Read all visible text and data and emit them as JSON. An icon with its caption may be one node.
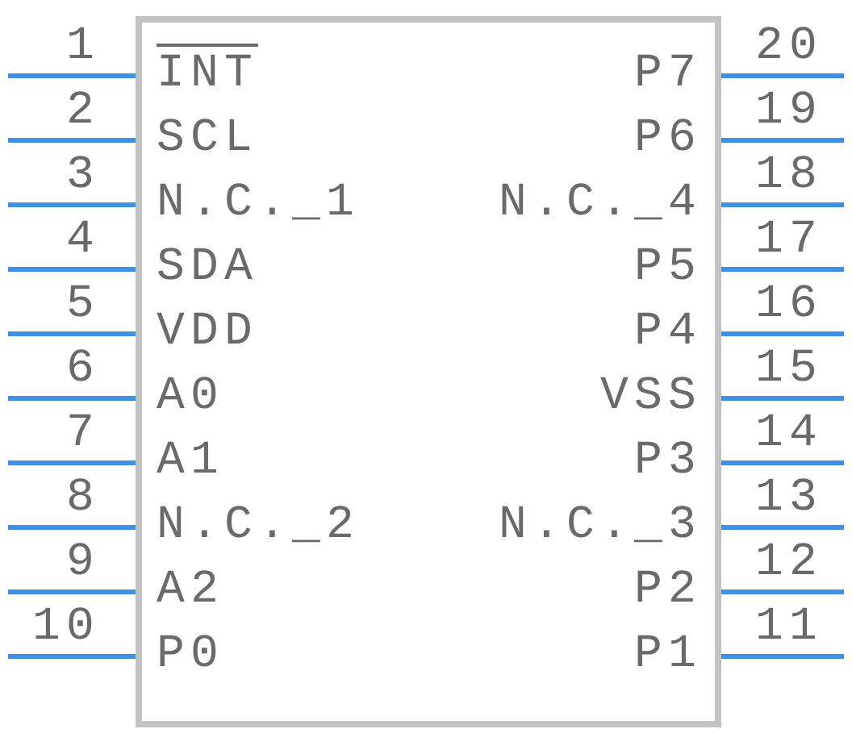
{
  "diagram": {
    "nodes": [
      {
        "text": [],
        "shape": "box"
      },
      {
        "text": [
          "INT"
        ],
        "in": 0,
        "beside": [
          "1"
        ]
      },
      {
        "text": [
          "SCL"
        ],
        "in": 0,
        "beside": [
          "2"
        ]
      },
      {
        "text": [
          "N.C._1"
        ],
        "in": 0,
        "beside": [
          "3"
        ]
      },
      {
        "text": [
          "SDA"
        ],
        "in": 0,
        "beside": [
          "4"
        ]
      },
      {
        "text": [
          "VDD"
        ],
        "in": 0,
        "beside": [
          "5"
        ]
      },
      {
        "text": [
          "A0"
        ],
        "in": 0,
        "beside": [
          "6"
        ]
      },
      {
        "text": [
          "A1"
        ],
        "in": 0,
        "beside": [
          "7"
        ]
      },
      {
        "text": [
          "N.C._2"
        ],
        "in": 0,
        "beside": [
          "8"
        ]
      },
      {
        "text": [
          "A2"
        ],
        "in": 0,
        "beside": [
          "9"
        ]
      },
      {
        "text": [
          "P0"
        ],
        "in": 0,
        "beside": [
          "10"
        ]
      },
      {
        "text": [
          "P1"
        ],
        "in": 0,
        "beside": [
          "11"
        ]
      },
      {
        "text": [
          "P2"
        ],
        "in": 0,
        "beside": [
          "12"
        ]
      },
      {
        "text": [
          "N.C._3"
        ],
        "in": 0,
        "beside": [
          "13"
        ]
      },
      {
        "text": [
          "P3"
        ],
        "in": 0,
        "beside": [
          "14"
        ]
      },
      {
        "text": [
          "VSS"
        ],
        "in": 0,
        "beside": [
          "15"
        ]
      },
      {
        "text": [
          "P4"
        ],
        "in": 0,
        "beside": [
          "16"
        ]
      },
      {
        "text": [
          "P5"
        ],
        "in": 0,
        "beside": [
          "17"
        ]
      },
      {
        "text": [
          "N.C._4"
        ],
        "in": 0,
        "beside": [
          "18"
        ]
      },
      {
        "text": [
          "P6"
        ],
        "in": 0,
        "beside": [
          "19"
        ]
      },
      {
        "text": [
          "P7"
        ],
        "in": 0,
        "beside": [
          "20"
        ]
      }
    ]
  }
}
